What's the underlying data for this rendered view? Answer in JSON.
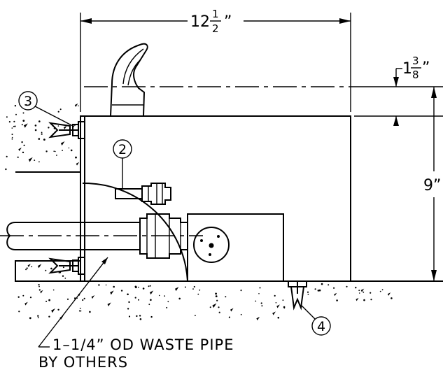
{
  "dimensions": {
    "width": {
      "whole": "12",
      "numerator": "1",
      "denominator": "2",
      "unit": "”"
    },
    "spout": {
      "whole": "1",
      "numerator": "3",
      "denominator": "8",
      "unit": "”"
    },
    "height": {
      "value": "9”"
    }
  },
  "callouts": {
    "c2": "2",
    "c3": "3",
    "c4": "4"
  },
  "note": {
    "line1": "1–1/4” OD WASTE PIPE",
    "line2": "BY OTHERS"
  }
}
